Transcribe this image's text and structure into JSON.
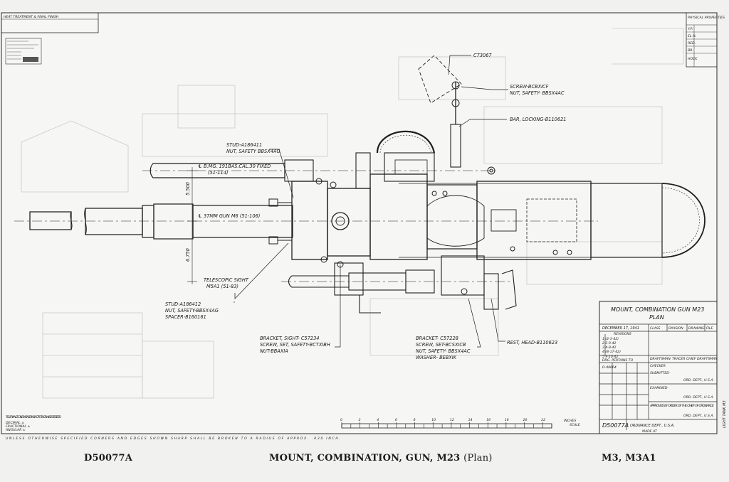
{
  "header": {
    "heat_treatment": "HEAT TREATMENT & FINAL FINISH",
    "physical_properties": "PHYSICAL PROPERTIES",
    "prop_rows": [
      "Y.P.",
      "EL.%",
      "RED.",
      "BR.",
      "HOCK"
    ]
  },
  "labels": {
    "c73067": "C73067",
    "screw_bcbxicf": "SCREW-BCBXICF",
    "nut_safety_bbsx4ac": "NUT, SAFETY- BBSX4AC",
    "bar_locking": "BAR, LOCKING-B110621",
    "stud_a186411": "STUD-A186411",
    "nut_safety_bbsx4ag": "NUT, SAFETY BBSX4AG",
    "bmg": "℄ B.MG. 191BAS.CAL.30 FIXED",
    "bmg_ref": "(51-114)",
    "gun_37mm": "℄ 37MM GUN M6 (51-106)",
    "dim_5500": "5.500",
    "dim_6750": "6.750",
    "telescopic_sight": "TELESCOPIC SIGHT",
    "telescopic_sight_ref": "M5A1 (51-83)",
    "stud_a186412": "STUD-A186412",
    "nut_safety_bbsx4ag2": "NUT, SAFETY-BBSX4AG",
    "spacer": "SPACER-B160161",
    "bracket_sight": "BRACKET, SIGHT- C57234",
    "screw_set_safety": "SCREW, SET, SAFETY-BCTXIBH",
    "nut_bbaxia": "NUT-BBAXIA",
    "bracket_c57228": "BRACKET- C57228",
    "screw_set_bcsxicb": "SCREW, SET-BCSXICB",
    "nut_safety_bbsx4ac2": "NUT, SAFETY- BBSX4AC",
    "washer": "WASHER- BEBXIK",
    "rest_head": "REST, HEAD-B110623"
  },
  "title_block": {
    "title_line1": "MOUNT, COMBINATION GUN M23",
    "title_line2": "PLAN",
    "date": "DECEMBER 17, 1941",
    "class": "CLASS",
    "division": "DIVISION",
    "drawing": "DRAWING",
    "file": "FILE",
    "revisions": "REVISIONS",
    "revision_rows": [
      "1 (2-3-42)",
      "2 3-9-42",
      "3 4-8-42",
      "4 (8-17-42)",
      "5 9-10-42"
    ],
    "drg_pertains_to": "DRG. PERTAINS TO",
    "drg_number": "D-48064",
    "draftsman": "DRAFTSMAN",
    "tracer": "TRACER",
    "chief_draftsman": "CHIEF DRAFTSMAN",
    "checker": "CHECKER",
    "submitted": "SUBMITTED-",
    "ord_dept": "ORD. DEPT., U.S.A.",
    "examined": "EXAMINED-",
    "approved": "APPROVED BY ORDER OF THE CHIEF OF ORDNANCE",
    "drawing_number": "D50077A",
    "ordnance_dept": "ORDNANCE DEPT., U.S.A.",
    "made_at": "MADE AT",
    "side_stamp": "LIGHT TANK M3"
  },
  "notes": {
    "tolerance": "TOLERANCE ON DIMENSIONS NOT OTHERWISE SPECIFIED",
    "decimal": "DECIMAL ±",
    "fractional": "FRACTIONAL ±",
    "angular": "ANGULAR ±",
    "bottom_note": "UNLESS OTHERWISE SPECIFIED CORNERS AND EDGES SHOWN SHARP SHALL BE BROKEN TO A RADIUS OF APPROX. .030 INCH."
  },
  "scale": {
    "ticks": [
      "0",
      "2",
      "4",
      "6",
      "8",
      "10",
      "12",
      "14",
      "16",
      "18",
      "20",
      "22"
    ],
    "units": "INCHES",
    "label": "SCALE"
  },
  "caption": {
    "left": "D50077A",
    "center": "MOUNT, COMBINATION, GUN, M23",
    "center_sub": "(Plan)",
    "right": "M3, M3A1"
  }
}
